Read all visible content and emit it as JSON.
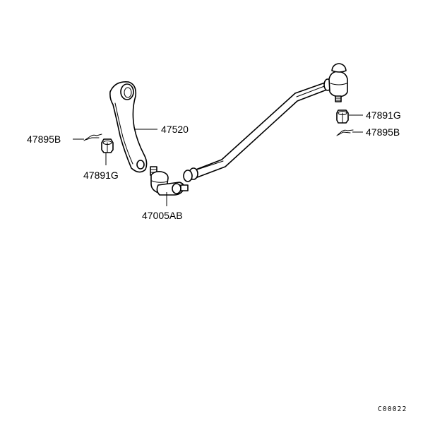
{
  "callouts": {
    "cotter_pin_left": "47895B",
    "pitman_arm": "47520",
    "nut_left": "47891G",
    "tie_rod_end": "47005AB",
    "nut_right": "47891G",
    "cotter_pin_right": "47895B"
  },
  "diagram_code": "C00022"
}
